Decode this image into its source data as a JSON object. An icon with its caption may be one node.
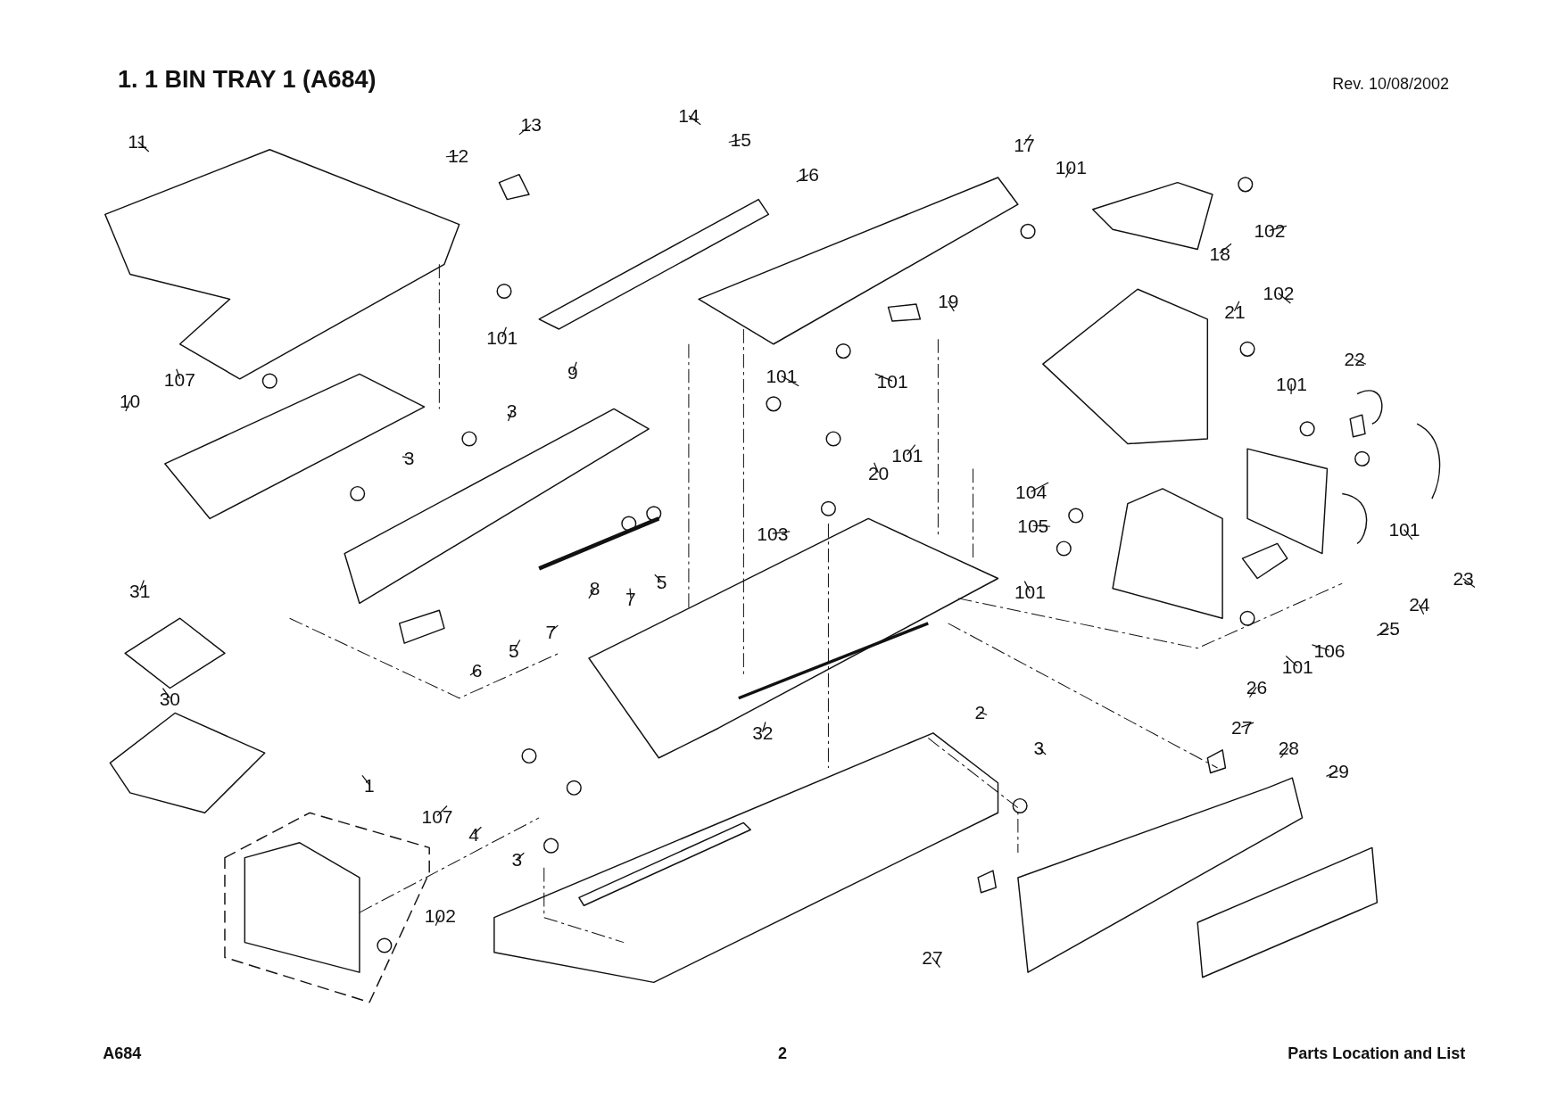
{
  "diagram": {
    "title": "1. 1 BIN TRAY 1 (A684)",
    "nodes": [
      {
        "text": [
          "11"
        ]
      },
      {
        "text": [
          "14"
        ]
      },
      {
        "text": [
          "13"
        ]
      },
      {
        "text": [
          "15"
        ]
      },
      {
        "text": [
          "12"
        ]
      },
      {
        "text": [
          "17"
        ]
      },
      {
        "text": [
          "16"
        ]
      },
      {
        "text": [
          "101"
        ]
      },
      {
        "text": [
          "102"
        ]
      },
      {
        "text": [
          "18"
        ]
      },
      {
        "text": [
          "101"
        ]
      },
      {
        "text": [
          "19"
        ]
      },
      {
        "text": [
          "102"
        ]
      },
      {
        "text": [
          "21"
        ]
      },
      {
        "text": [
          "101"
        ]
      },
      {
        "text": [
          "22"
        ]
      },
      {
        "text": [
          "107"
        ]
      },
      {
        "text": [
          "10"
        ]
      },
      {
        "text": [
          "101"
        ]
      },
      {
        "text": [
          "9"
        ]
      },
      {
        "text": [
          "101"
        ]
      },
      {
        "text": [
          "3"
        ]
      },
      {
        "text": [
          "3"
        ]
      },
      {
        "text": [
          "101"
        ]
      },
      {
        "text": [
          "20"
        ]
      },
      {
        "text": [
          "104"
        ]
      },
      {
        "text": [
          "105"
        ]
      },
      {
        "text": [
          "103"
        ]
      },
      {
        "text": [
          "101"
        ]
      },
      {
        "text": [
          "23"
        ]
      },
      {
        "text": [
          "5"
        ]
      },
      {
        "text": [
          "7"
        ]
      },
      {
        "text": [
          "8"
        ]
      },
      {
        "text": [
          "31"
        ]
      },
      {
        "text": [
          "101"
        ]
      },
      {
        "text": [
          "24"
        ]
      },
      {
        "text": [
          "25"
        ]
      },
      {
        "text": [
          "7"
        ]
      },
      {
        "text": [
          "5"
        ]
      },
      {
        "text": [
          "106"
        ]
      },
      {
        "text": [
          "6"
        ]
      },
      {
        "text": [
          "101"
        ]
      },
      {
        "text": [
          "26"
        ]
      },
      {
        "text": [
          "30"
        ]
      },
      {
        "text": [
          "2"
        ]
      },
      {
        "text": [
          "32"
        ]
      },
      {
        "text": [
          "27"
        ]
      },
      {
        "text": [
          "28"
        ]
      },
      {
        "text": [
          "29"
        ]
      },
      {
        "text": [
          "3"
        ]
      },
      {
        "text": [
          "1"
        ]
      },
      {
        "text": [
          "107"
        ]
      },
      {
        "text": [
          "4"
        ]
      },
      {
        "text": [
          "3"
        ]
      },
      {
        "text": [
          "102"
        ]
      },
      {
        "text": [
          "27"
        ]
      }
    ],
    "edges": [
      {
        "from": 0,
        "to": null,
        "arrow": "none"
      },
      {
        "from": 1,
        "to": null,
        "arrow": "none"
      },
      {
        "from": 2,
        "to": null,
        "arrow": "none"
      },
      {
        "from": 3,
        "to": null,
        "arrow": "none"
      },
      {
        "from": 4,
        "to": null,
        "arrow": "none"
      },
      {
        "from": 5,
        "to": null,
        "arrow": "none"
      },
      {
        "from": 6,
        "to": null,
        "arrow": "none"
      },
      {
        "from": 7,
        "to": null,
        "arrow": "none"
      },
      {
        "from": 8,
        "to": null,
        "arrow": "none"
      },
      {
        "from": 9,
        "to": null,
        "arrow": "none"
      },
      {
        "from": 10,
        "to": null,
        "arrow": "none"
      },
      {
        "from": 11,
        "to": null,
        "arrow": "none"
      },
      {
        "from": 12,
        "to": null,
        "arrow": "none"
      },
      {
        "from": 13,
        "to": null,
        "arrow": "none"
      },
      {
        "from": 14,
        "to": null,
        "arrow": "none"
      },
      {
        "from": 15,
        "to": null,
        "arrow": "none"
      },
      {
        "from": 16,
        "to": null,
        "arrow": "none"
      },
      {
        "from": 17,
        "to": null,
        "arrow": "none"
      },
      {
        "from": 18,
        "to": null,
        "arrow": "none"
      },
      {
        "from": 19,
        "to": null,
        "arrow": "none"
      },
      {
        "from": 20,
        "to": null,
        "arrow": "none"
      },
      {
        "from": 21,
        "to": null,
        "arrow": "none"
      },
      {
        "from": 22,
        "to": null,
        "arrow": "none"
      },
      {
        "from": 23,
        "to": null,
        "arrow": "none"
      },
      {
        "from": 24,
        "to": null,
        "arrow": "none"
      },
      {
        "from": 25,
        "to": null,
        "arrow": "none"
      },
      {
        "from": 26,
        "to": null,
        "arrow": "none"
      },
      {
        "from": 27,
        "to": null,
        "arrow": "none"
      },
      {
        "from": 28,
        "to": null,
        "arrow": "none"
      },
      {
        "from": 29,
        "to": null,
        "arrow": "none"
      },
      {
        "from": 30,
        "to": null,
        "arrow": "none"
      },
      {
        "from": 31,
        "to": null,
        "arrow": "none"
      },
      {
        "from": 32,
        "to": null,
        "arrow": "none"
      },
      {
        "from": 33,
        "to": null,
        "arrow": "none"
      },
      {
        "from": 34,
        "to": null,
        "arrow": "none"
      },
      {
        "from": 35,
        "to": null,
        "arrow": "none"
      },
      {
        "from": 36,
        "to": null,
        "arrow": "none"
      },
      {
        "from": 37,
        "to": null,
        "arrow": "none"
      },
      {
        "from": 38,
        "to": null,
        "arrow": "none"
      },
      {
        "from": 39,
        "to": null,
        "arrow": "none"
      },
      {
        "from": 40,
        "to": null,
        "arrow": "none"
      },
      {
        "from": 41,
        "to": null,
        "arrow": "none"
      },
      {
        "from": 42,
        "to": null,
        "arrow": "none"
      },
      {
        "from": 43,
        "to": null,
        "arrow": "none"
      },
      {
        "from": 44,
        "to": null,
        "arrow": "none"
      },
      {
        "from": 45,
        "to": null,
        "arrow": "none"
      },
      {
        "from": 46,
        "to": null,
        "arrow": "none"
      },
      {
        "from": 47,
        "to": null,
        "arrow": "none"
      },
      {
        "from": 48,
        "to": null,
        "arrow": "none"
      },
      {
        "from": 49,
        "to": null,
        "arrow": "none"
      },
      {
        "from": 50,
        "to": null,
        "arrow": "none"
      },
      {
        "from": 51,
        "to": null,
        "arrow": "none"
      },
      {
        "from": 52,
        "to": null,
        "arrow": "none"
      },
      {
        "from": 53,
        "to": null,
        "arrow": "none"
      },
      {
        "from": 54,
        "to": null,
        "arrow": "none"
      },
      {
        "from": 55,
        "to": null,
        "arrow": "none"
      }
    ],
    "labels": [
      "Rev. 10/08/2002",
      "A684",
      "2",
      "Parts Location and List"
    ]
  }
}
